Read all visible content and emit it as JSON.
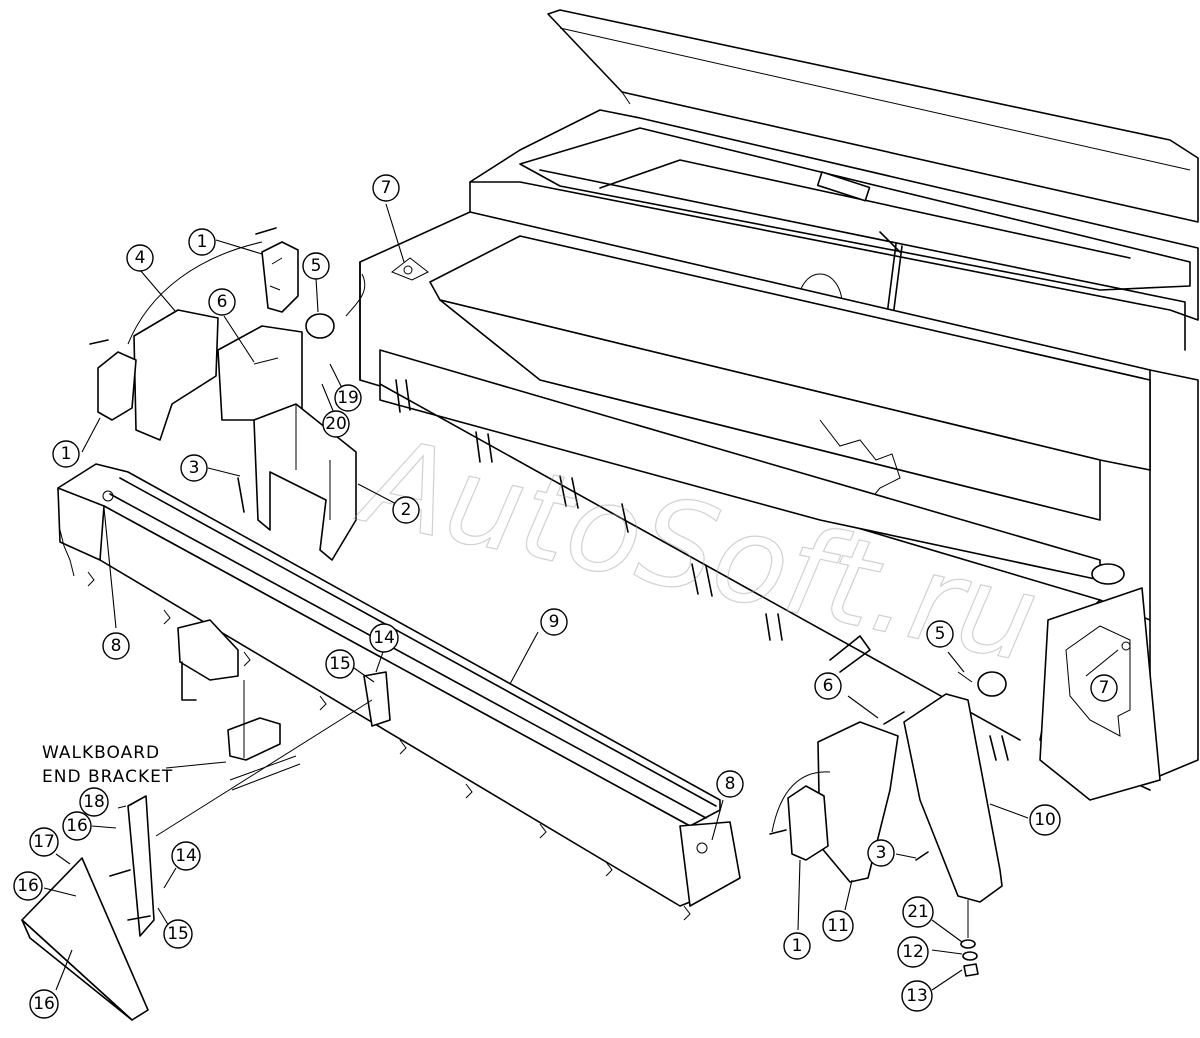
{
  "labels": {
    "walkboard_line1": "WALKBOARD",
    "walkboard_line2": "END BRACKET",
    "watermark": "AutoSoft.ru"
  },
  "callouts": [
    {
      "id": "c1a",
      "num": "1"
    },
    {
      "id": "c1b",
      "num": "1"
    },
    {
      "id": "c1c",
      "num": "1"
    },
    {
      "id": "c2",
      "num": "2"
    },
    {
      "id": "c3a",
      "num": "3"
    },
    {
      "id": "c3b",
      "num": "3"
    },
    {
      "id": "c4",
      "num": "4"
    },
    {
      "id": "c5a",
      "num": "5"
    },
    {
      "id": "c5b",
      "num": "5"
    },
    {
      "id": "c6a",
      "num": "6"
    },
    {
      "id": "c6b",
      "num": "6"
    },
    {
      "id": "c7a",
      "num": "7"
    },
    {
      "id": "c7b",
      "num": "7"
    },
    {
      "id": "c8a",
      "num": "8"
    },
    {
      "id": "c8b",
      "num": "8"
    },
    {
      "id": "c9",
      "num": "9"
    },
    {
      "id": "c10",
      "num": "10"
    },
    {
      "id": "c11",
      "num": "11"
    },
    {
      "id": "c12",
      "num": "12"
    },
    {
      "id": "c13",
      "num": "13"
    },
    {
      "id": "c14a",
      "num": "14"
    },
    {
      "id": "c14b",
      "num": "14"
    },
    {
      "id": "c15a",
      "num": "15"
    },
    {
      "id": "c15b",
      "num": "15"
    },
    {
      "id": "c16a",
      "num": "16"
    },
    {
      "id": "c16b",
      "num": "16"
    },
    {
      "id": "c16c",
      "num": "16"
    },
    {
      "id": "c17",
      "num": "17"
    },
    {
      "id": "c18",
      "num": "18"
    },
    {
      "id": "c19",
      "num": "19"
    },
    {
      "id": "c20",
      "num": "20"
    },
    {
      "id": "c21",
      "num": "21"
    }
  ]
}
